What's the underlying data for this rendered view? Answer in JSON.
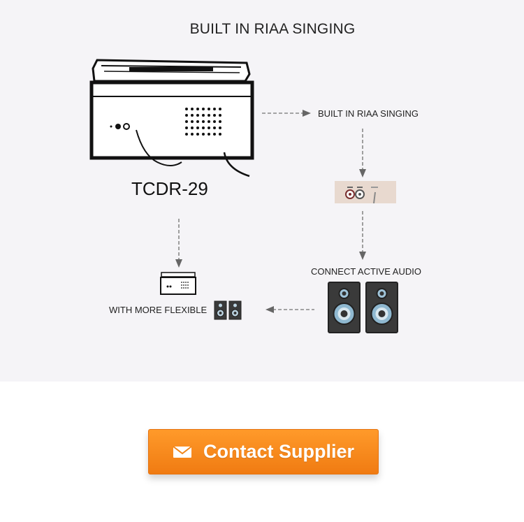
{
  "diagram": {
    "title": "BUILT IN RIAA SINGING",
    "model_name": "TCDR-29",
    "step_riaa": "BUILT IN RIAA SINGING",
    "step_connect": "CONNECT ACTIVE AUDIO",
    "step_flexible": "WITH MORE FLEXIBLE"
  },
  "contact": {
    "button_label": "Contact Supplier",
    "icon": "mail-icon"
  }
}
